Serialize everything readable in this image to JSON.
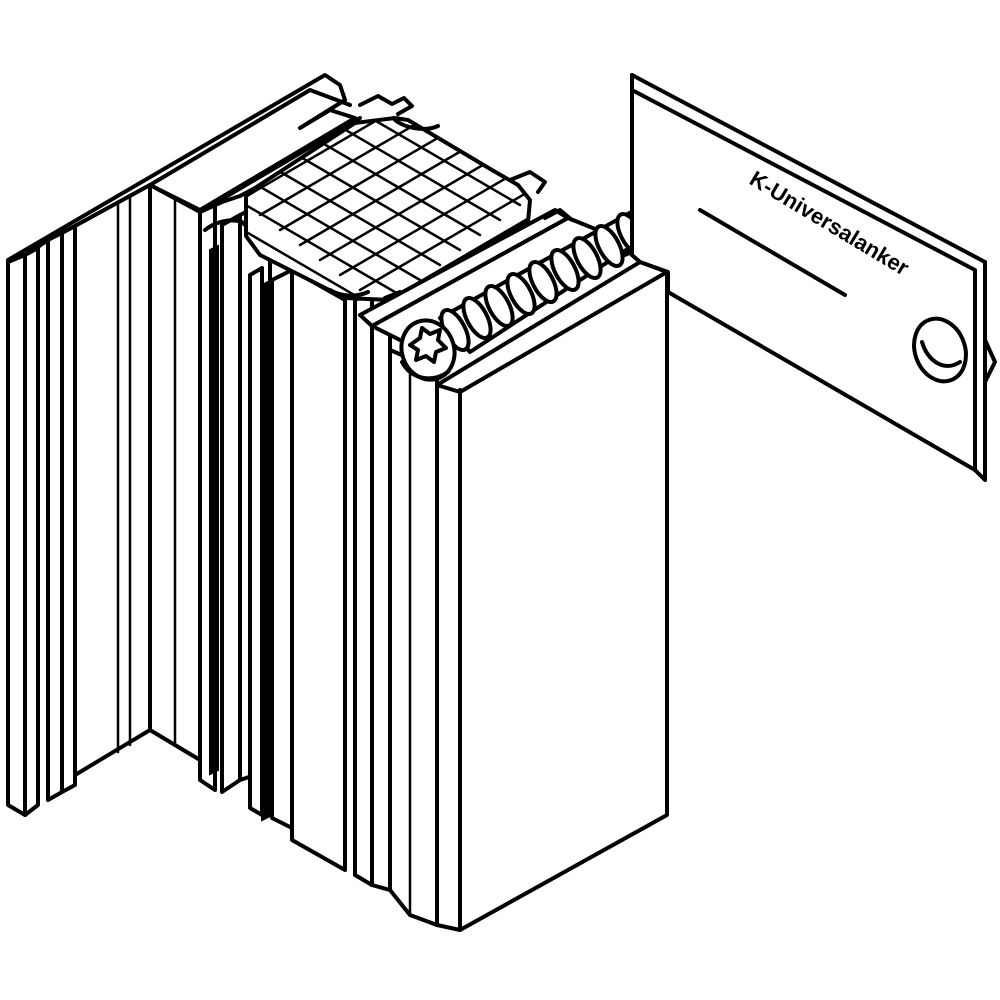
{
  "drawing": {
    "label": "K-Universalanker",
    "colors": {
      "line": "#000000",
      "background": "#ffffff"
    },
    "icons": [
      "torx-screw-head-icon",
      "threaded-anchor-icon",
      "insulation-mesh",
      "wall-plate-hole"
    ]
  }
}
